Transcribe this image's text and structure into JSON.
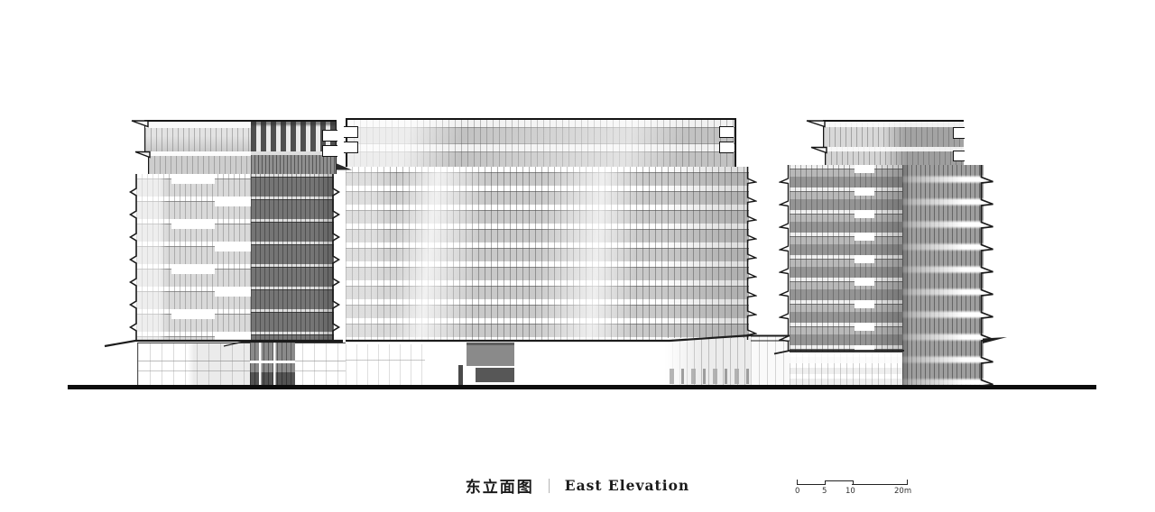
{
  "caption": {
    "zh": "东立面图",
    "divider": "｜",
    "en": "East Elevation"
  },
  "scale_bar": {
    "labels": [
      "0",
      "5",
      "10",
      "20m"
    ]
  },
  "colors": {
    "line": "#1a1a1a",
    "ground": "#0d0d0d",
    "paper": "#ffffff",
    "glazing_light": "#d8d8d8",
    "glazing_dark": "#828282"
  }
}
